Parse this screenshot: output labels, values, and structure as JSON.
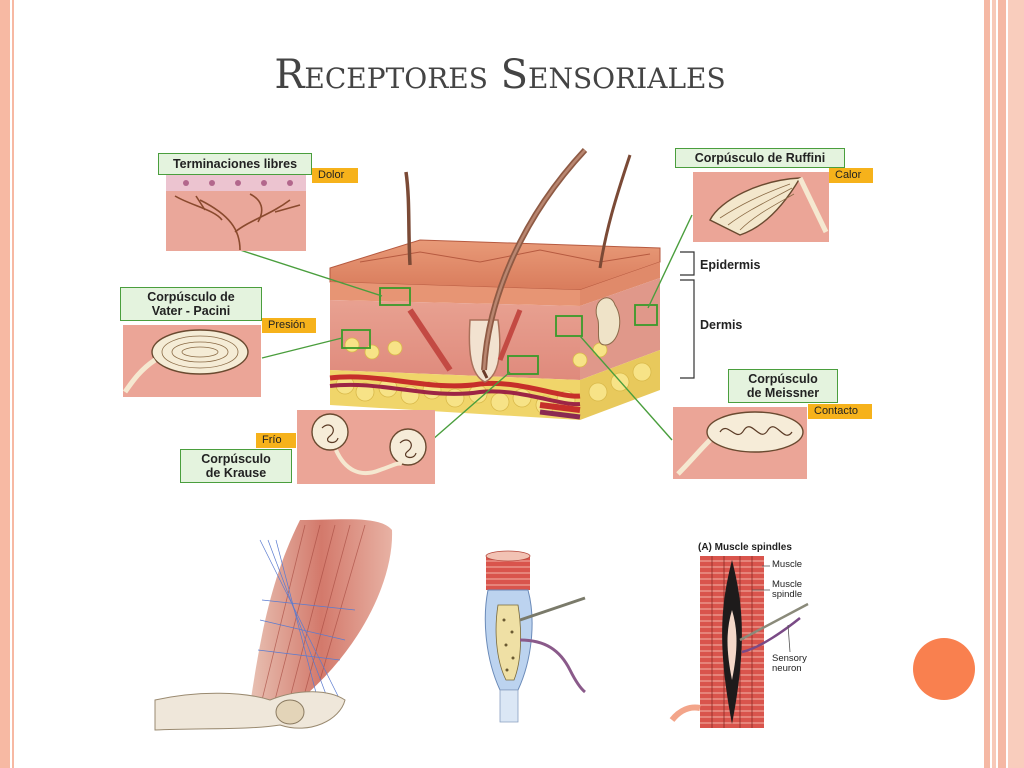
{
  "slide": {
    "title": "Receptores Sensoriales"
  },
  "receptors": {
    "free_endings": {
      "name": "Terminaciones libres",
      "tag": "Dolor"
    },
    "ruffini": {
      "name": "Corpúsculo de Ruffini",
      "tag": "Calor"
    },
    "pacini": {
      "name_line1": "Corpúsculo de",
      "name_line2": "Vater - Pacini",
      "tag": "Presión"
    },
    "meissner": {
      "name_line1": "Corpúsculo",
      "name_line2": "de Meissner",
      "tag": "Contacto"
    },
    "krause": {
      "name_line1": "Corpúsculo",
      "name_line2": "de Krause",
      "tag": "Frío"
    }
  },
  "skin_layers": {
    "epidermis": "Epidermis",
    "dermis": "Dermis"
  },
  "muscle_spindle": {
    "heading": "(A) Muscle spindles",
    "muscle": "Muscle",
    "spindle_line1": "Muscle",
    "spindle_line2": "spindle",
    "neuron_line1": "Sensory",
    "neuron_line2": "neuron"
  },
  "colors": {
    "label_fill": "#e4f3de",
    "label_border": "#4a9e3d",
    "tag_fill": "#f6b21b",
    "accent_dot": "#f9804f",
    "frame": "#f7b9a3"
  }
}
